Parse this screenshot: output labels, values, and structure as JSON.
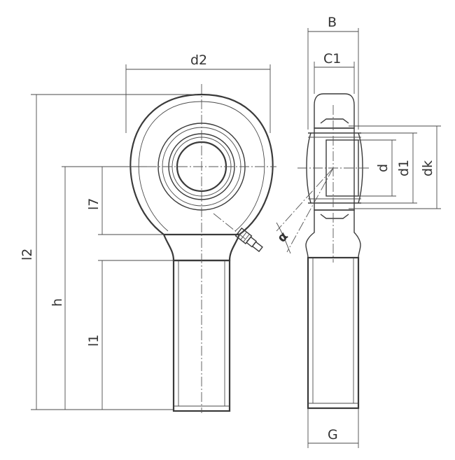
{
  "labels": {
    "B": "B",
    "C1": "C1",
    "d2": "d2",
    "d": "d",
    "d1": "d1",
    "dk": "dk",
    "l7": "l7",
    "l2": "l2",
    "h": "h",
    "l1": "l1",
    "G": "G",
    "alpha": "α"
  }
}
